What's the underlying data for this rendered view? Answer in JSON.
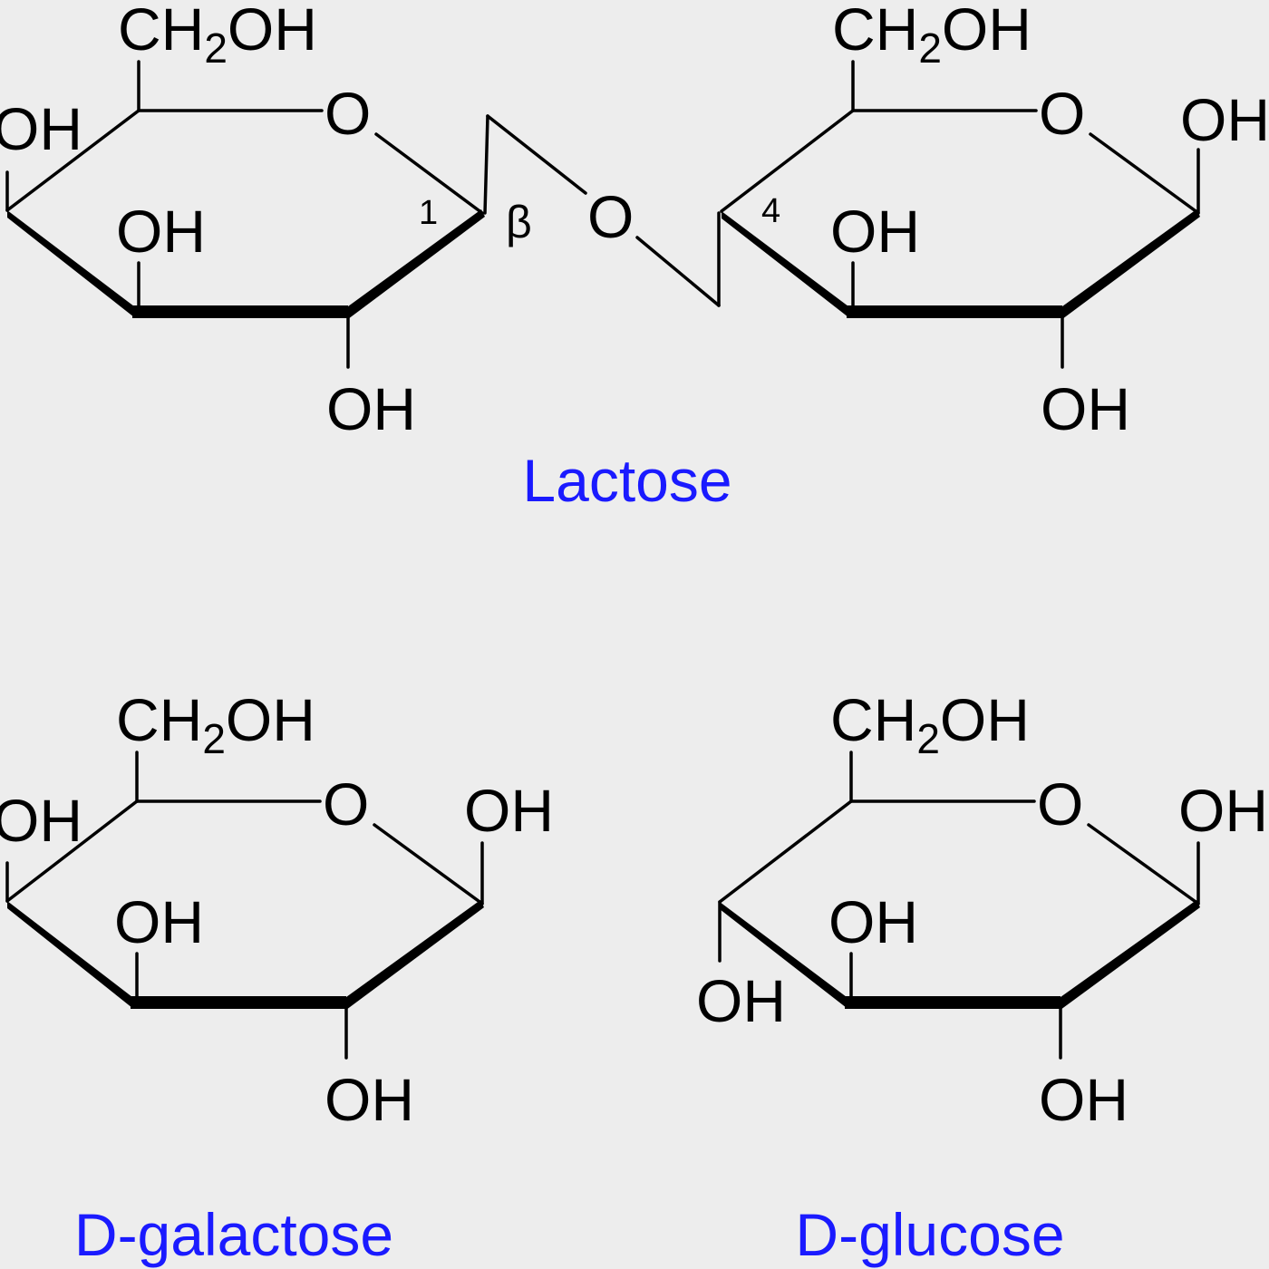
{
  "colors": {
    "background": "#ededed",
    "caption": "#1a1aff",
    "structure": "#000000"
  },
  "labels": {
    "ch2": "CH",
    "two": "2",
    "oh_tail": "OH",
    "ring_o": "O",
    "oh": "OH",
    "oh_cut": "OH",
    "glyco_o": "O",
    "c1": "1",
    "c4": "4",
    "beta": "β"
  },
  "captions": {
    "lactose": "Lactose",
    "galactose": "D-galactose",
    "glucose": "D-glucose"
  }
}
